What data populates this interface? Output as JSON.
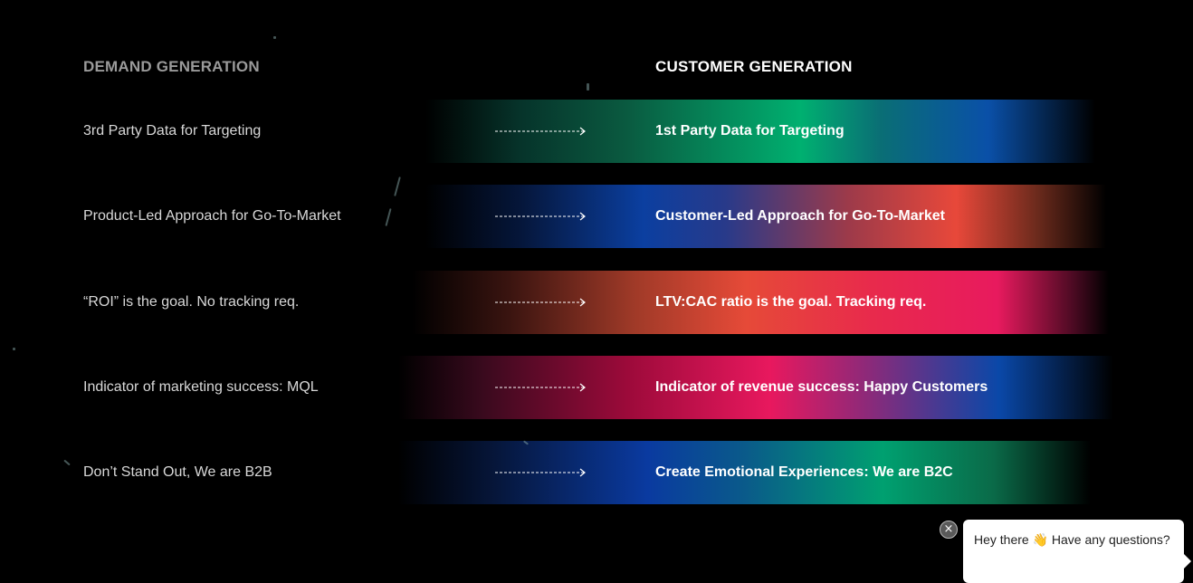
{
  "headers": {
    "left": "DEMAND GENERATION",
    "right": "CUSTOMER GENERATION"
  },
  "rows": [
    {
      "left": "3rd Party Data for Targeting",
      "right": "1st Party Data for Targeting"
    },
    {
      "left": "Product-Led Approach for Go-To-Market",
      "right": "Customer-Led Approach for Go-To-Market"
    },
    {
      "left": "“ROI” is the goal. No tracking req.",
      "right": "LTV:CAC ratio is the goal. Tracking req."
    },
    {
      "left": "Indicator of marketing success: MQL",
      "right": "Indicator of revenue success: Happy Customers"
    },
    {
      "left": "Don’t Stand Out, We are B2B",
      "right": "Create Emotional Experiences: We are B2C"
    }
  ],
  "chat": {
    "message": "Hey there 👋 Have any questions?",
    "close_icon": "close-icon"
  },
  "colors": {
    "background": "#000000",
    "left_header": "#9a9a9a",
    "green": "#00b070",
    "blue": "#0a48a8",
    "red_orange": "#e8483a",
    "pink": "#e8185e"
  }
}
